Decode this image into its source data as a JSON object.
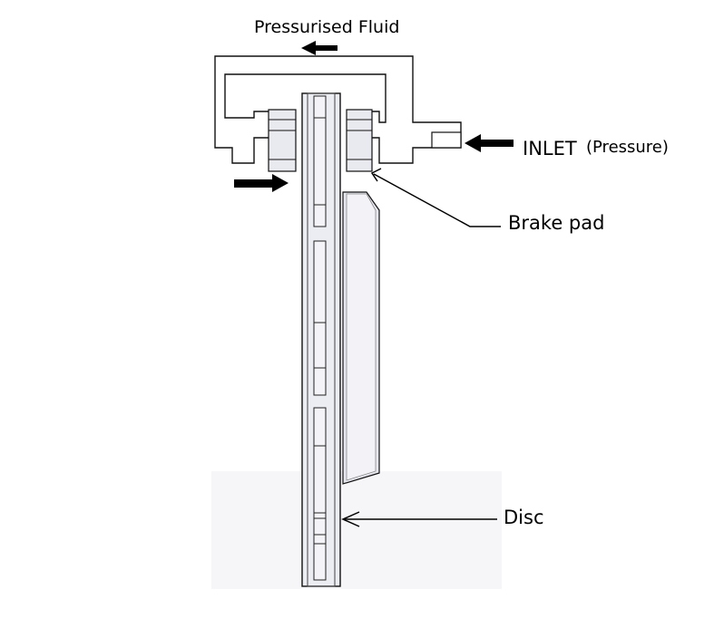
{
  "diagram": {
    "labels": {
      "pressurised_fluid": "Pressurised Fluid",
      "inlet": "INLET",
      "inlet_note": "(Pressure)",
      "brake_pad": "Brake pad",
      "disc": "Disc"
    },
    "colors": {
      "line": "#000000",
      "shade": "#e8e9f1",
      "background": "#ffffff"
    }
  }
}
